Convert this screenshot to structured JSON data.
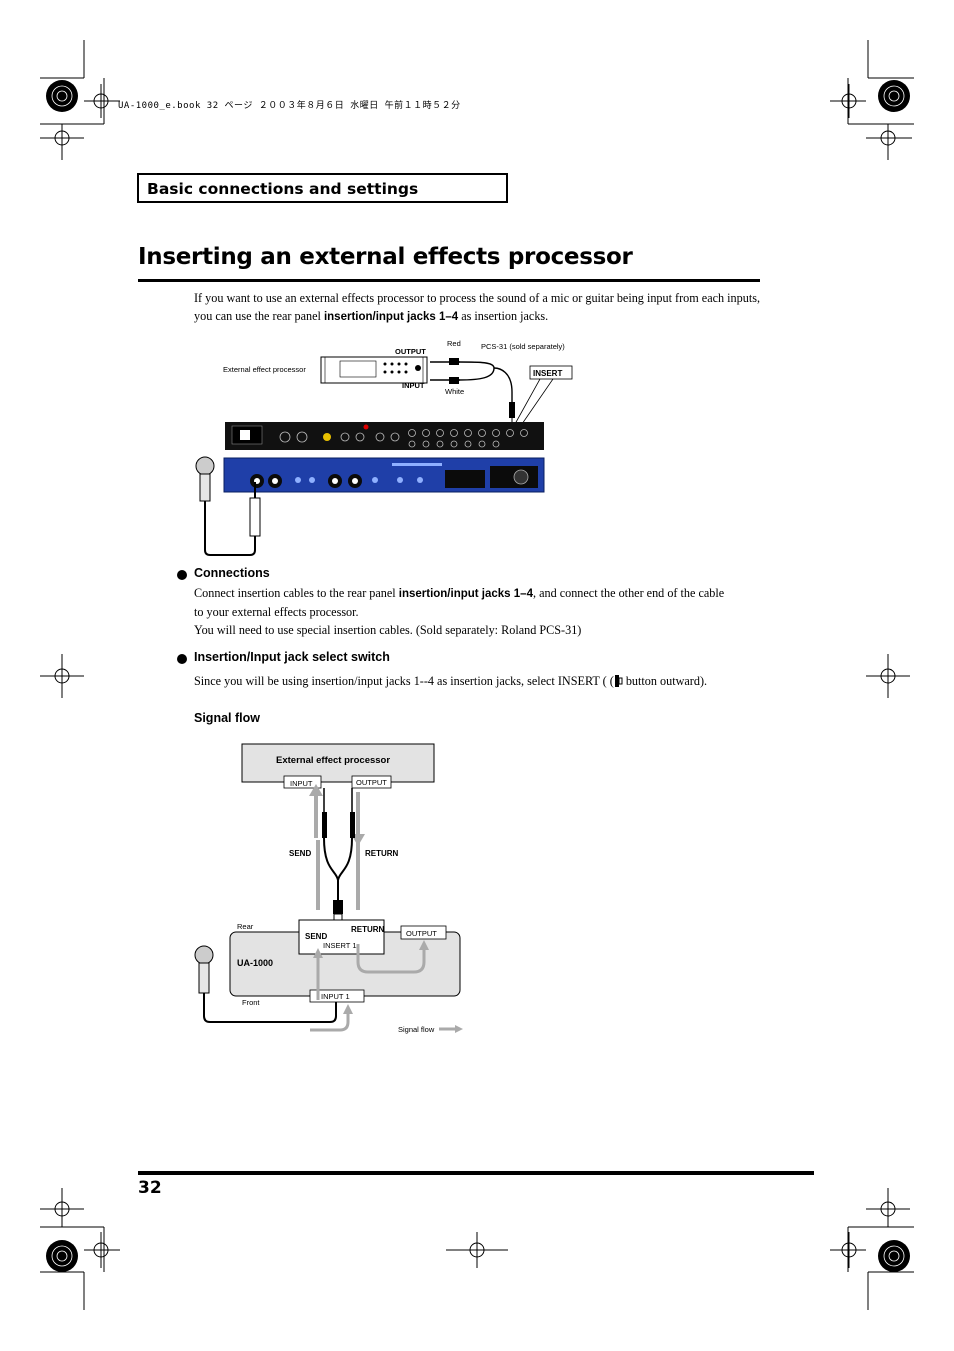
{
  "header": {
    "file_line": "UA-1000_e.book  32 ページ  ２００３年８月６日  水曜日  午前１１時５２分"
  },
  "section": {
    "label": "Basic connections and settings"
  },
  "title": "Inserting an external effects processor",
  "intro": {
    "p1_a": "If you want to use an external effects processor to process the sound of a mic or guitar being input from each inputs, you can use the rear panel ",
    "p1_bold": "insertion/input jacks 1–4",
    "p1_b": " as insertion jacks."
  },
  "figure1": {
    "external_effect_processor": "External effect processor",
    "output": "OUTPUT",
    "input": "INPUT",
    "red": "Red",
    "white": "White",
    "pcs31": "PCS-31 (sold separately)",
    "insert": "INSERT"
  },
  "connections": {
    "heading": "Connections",
    "p1_a": "Connect insertion cables to the rear panel ",
    "p1_bold": "insertion/input jacks 1–4",
    "p1_b": ", and connect the other end of the cable",
    "p1_c": "to your external effects processor.",
    "p2": "You will need to use special insertion cables. (Sold separately: Roland PCS-31)"
  },
  "switch": {
    "heading": "Insertion/Input jack select switch",
    "p1_a": "Since you will be using insertion/input jacks 1--4 as insertion jacks, select INSERT ( (",
    "p1_b": " button outward)."
  },
  "signal_flow": {
    "heading": "Signal flow",
    "ext_box": "External effect processor",
    "input": "INPUT",
    "output": "OUTPUT",
    "send": "SEND",
    "return": "RETURN",
    "rear": "Rear",
    "ua1000": "UA-1000",
    "insert1": "INSERT 1",
    "output_jack": "OUTPUT",
    "front": "Front",
    "input1": "INPUT 1",
    "legend": "Signal flow"
  },
  "footer": {
    "page_number": "32"
  }
}
